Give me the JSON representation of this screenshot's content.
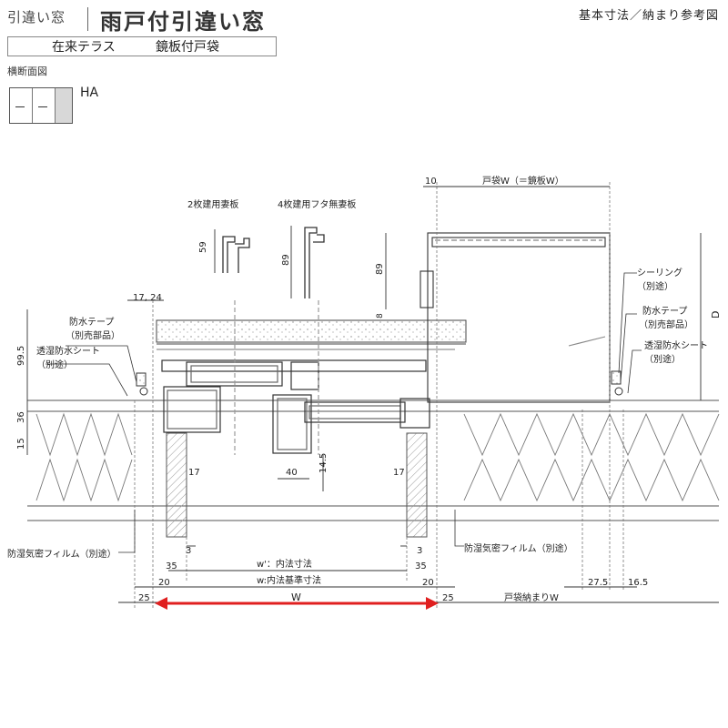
{
  "header": {
    "small_title": "引違い窓",
    "main_title": "雨戸付引違い窓",
    "right_title": "基本寸法／納まり参考図"
  },
  "subheader": {
    "left": "在来テラス",
    "right": "鏡板付戸袋"
  },
  "section": {
    "label": "横断面図",
    "variant": "HA"
  },
  "callouts": {
    "panel_2": "2枚建用妻板",
    "panel_4": "4枚建用フタ無妻板",
    "sealing": "シーリング",
    "sealing_sub": "（別途）",
    "tape_right": "防水テープ",
    "tape_right_sub": "（別売部品）",
    "sheet_right": "透湿防水シート",
    "sheet_right_sub": "（別途）",
    "tape_left": "防水テープ",
    "tape_left_sub": "（別売部品）",
    "sheet_left": "透湿防水シート",
    "sheet_left_sub": "（別途）",
    "film_left": "防湿気密フィルム（別途）",
    "film_right": "防湿気密フィルム（別途）"
  },
  "dims": {
    "d10": "10",
    "tobukuro_w": "戸袋W（＝鏡板W）",
    "d59": "59",
    "d89a": "89",
    "d89b": "89",
    "d8": "8",
    "D": "D",
    "d17_24": "17, 24",
    "d99_5": "99.5",
    "d36": "36",
    "d15": "15",
    "d40": "40",
    "d14_5": "14.5",
    "d17a": "17",
    "d17b": "17",
    "d3a": "3",
    "d3b": "3",
    "d35a": "35",
    "d35b": "35",
    "w_prime": "w'：内法寸法",
    "d20a": "20",
    "d20b": "20",
    "w_std": "w:内法基準寸法",
    "d25a": "25",
    "d25b": "25",
    "W": "W",
    "d27_5": "27.5",
    "d16_5": "16.5",
    "tobukuro_osamari": "戸袋納まりW"
  },
  "colors": {
    "accent_arrow": "#e02020",
    "line": "#333333",
    "hatch": "#999999"
  }
}
